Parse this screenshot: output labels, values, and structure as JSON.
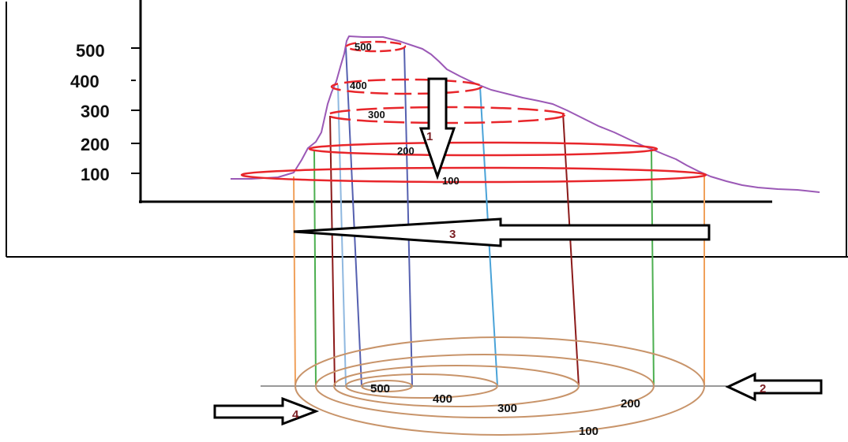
{
  "profile": {
    "y_ticks": [
      "500",
      "400",
      "300",
      "200",
      "100"
    ],
    "contour_labels": [
      "500",
      "400",
      "300",
      "200",
      "100"
    ]
  },
  "plan_view": {
    "ring_labels": [
      "500",
      "400",
      "300",
      "200",
      "100"
    ]
  },
  "steps": {
    "arrow_1": "1",
    "arrow_2": "2",
    "arrow_3": "3",
    "arrow_4": "4"
  },
  "colors": {
    "contour_red": "#e8262b",
    "terrain_purple": "#9b59b6",
    "ring_brown": "#c8946a",
    "proj_orange": "#f0a05a",
    "proj_green": "#4caf50",
    "proj_darkred": "#8b1a1a",
    "proj_lightblue": "#8fb8e0",
    "proj_navy": "#5560b0",
    "proj_cyan": "#4aa3d8",
    "step_number": "#7b1f24"
  }
}
